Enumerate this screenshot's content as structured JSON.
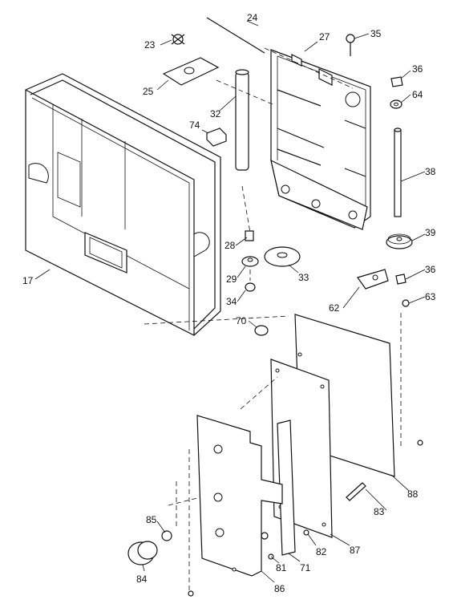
{
  "diagram": {
    "callouts": [
      {
        "id": "24",
        "text": "24"
      },
      {
        "id": "23",
        "text": "23"
      },
      {
        "id": "27",
        "text": "27"
      },
      {
        "id": "35",
        "text": "35"
      },
      {
        "id": "36a",
        "text": "36"
      },
      {
        "id": "64",
        "text": "64"
      },
      {
        "id": "25",
        "text": "25"
      },
      {
        "id": "32",
        "text": "32"
      },
      {
        "id": "74",
        "text": "74"
      },
      {
        "id": "38",
        "text": "38"
      },
      {
        "id": "28",
        "text": "28"
      },
      {
        "id": "39",
        "text": "39"
      },
      {
        "id": "33",
        "text": "33"
      },
      {
        "id": "29",
        "text": "29"
      },
      {
        "id": "36b",
        "text": "36"
      },
      {
        "id": "17",
        "text": "17"
      },
      {
        "id": "34",
        "text": "34"
      },
      {
        "id": "62",
        "text": "62"
      },
      {
        "id": "63",
        "text": "63"
      },
      {
        "id": "70",
        "text": "70"
      },
      {
        "id": "88",
        "text": "88"
      },
      {
        "id": "83",
        "text": "83"
      },
      {
        "id": "85",
        "text": "85"
      },
      {
        "id": "87",
        "text": "87"
      },
      {
        "id": "82",
        "text": "82"
      },
      {
        "id": "81",
        "text": "81"
      },
      {
        "id": "71",
        "text": "71"
      },
      {
        "id": "84",
        "text": "84"
      },
      {
        "id": "86",
        "text": "86"
      }
    ]
  }
}
